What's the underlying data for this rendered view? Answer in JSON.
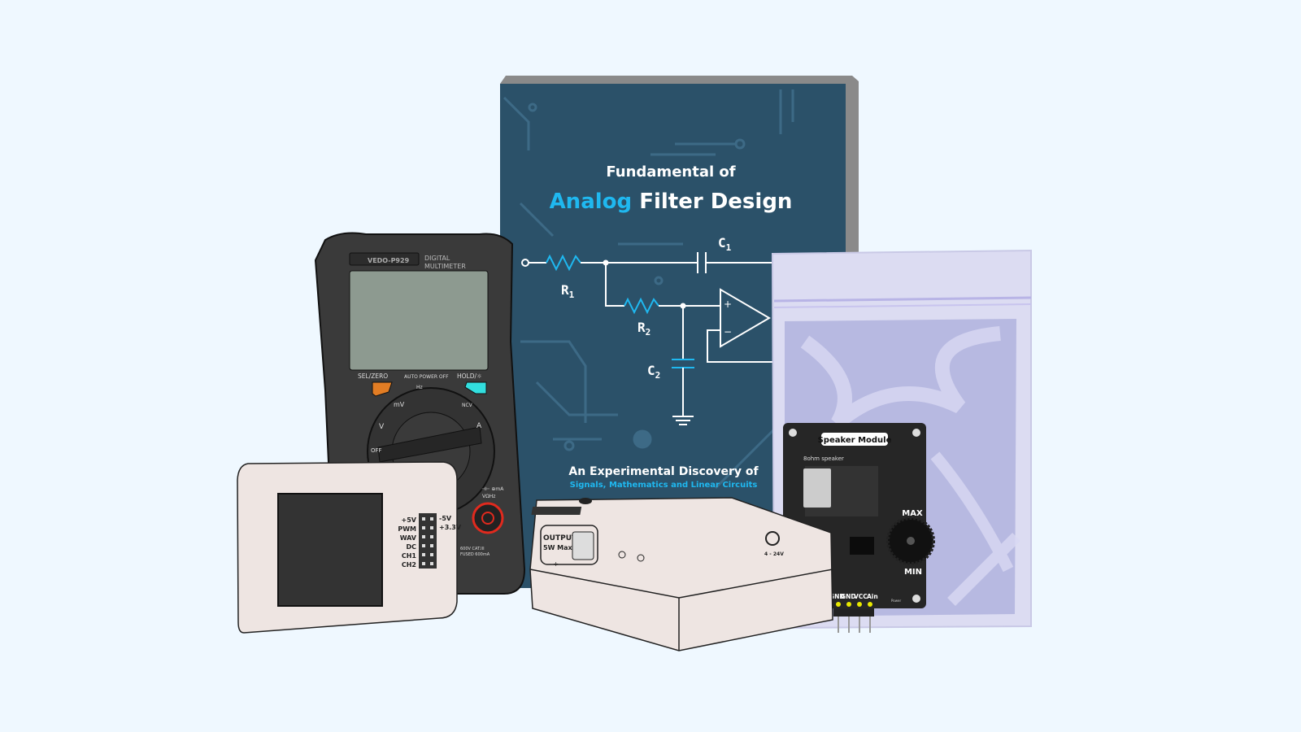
{
  "book": {
    "title_line1": "Fundamental of",
    "title_accent": "Analog",
    "title_rest": "Filter Design",
    "subtitle": "An Experimental Discovery of",
    "subtitle2": "Signals, Mathematics and Linear Circuits",
    "labels": {
      "r1": "R",
      "r1_sub": "1",
      "r2": "R",
      "r2_sub": "2",
      "c1": "C",
      "c1_sub": "1",
      "c2": "C",
      "c2_sub": "2",
      "plus": "+",
      "minus": "−"
    },
    "colors": {
      "cover": "#2b5169",
      "accent": "#1fb8f0",
      "trace": "#3d6a86"
    }
  },
  "multimeter": {
    "brand": "VEDO-P929",
    "model_label_1": "DIGITAL",
    "model_label_2": "MULTIMETER",
    "sel_zero": "SEL/ZERO",
    "auto_power_off": "AUTO POWER OFF",
    "hold": "HOLD/☼",
    "dial_off": "OFF",
    "dial_v": "V",
    "dial_mv": "mV",
    "dial_a": "A",
    "dial_hz": "Hz",
    "dial_ncv": "NCV",
    "jack_label_1": "⊣⊢ ⊕mA",
    "jack_label_2": "VΩHz",
    "cat_1": "600V CAT.III",
    "cat_2": "FUSED 600mA"
  },
  "scope_device": {
    "pins_left": [
      "+5V",
      "PWM",
      "WAV",
      "DC",
      "CH1",
      "CH2"
    ],
    "pins_right": [
      "-5V",
      "+3.3V"
    ]
  },
  "power_box": {
    "output_label_1": "OUTPUT",
    "output_label_2": "5W Max",
    "polarity": "- +",
    "voltage": "4 - 24V"
  },
  "speaker_module": {
    "title": "Speaker Module",
    "speaker_label": "8ohm speaker",
    "max": "MAX",
    "min": "MIN",
    "pins": [
      "GND",
      "GND",
      "VCC",
      "Ain"
    ],
    "power": "Power"
  }
}
